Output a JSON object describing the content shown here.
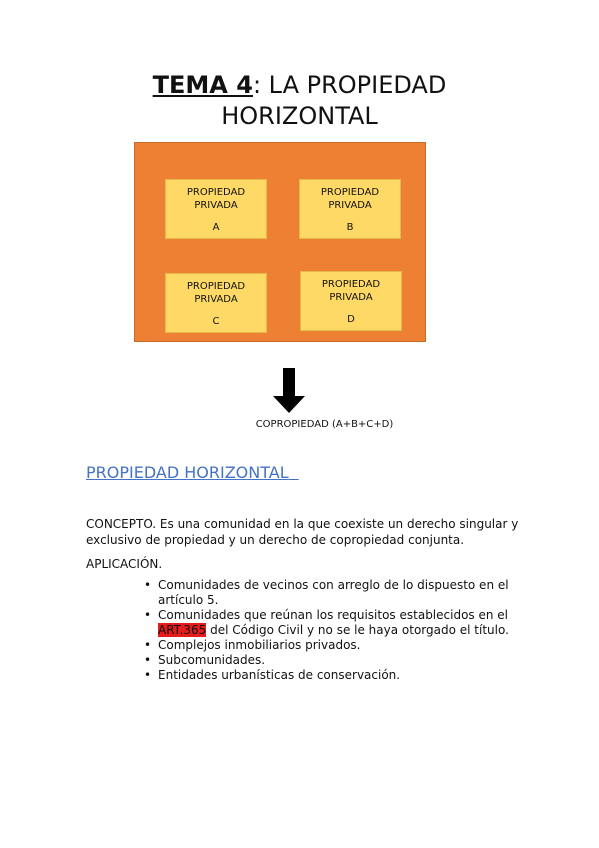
{
  "title": {
    "bold": "TEMA 4",
    "rest_line1": ": LA PROPIEDAD",
    "line2": "HORIZONTAL"
  },
  "diagram": {
    "boxes": [
      {
        "line1": "PROPIEDAD",
        "line2": "PRIVADA",
        "letter": "A"
      },
      {
        "line1": "PROPIEDAD",
        "line2": "PRIVADA",
        "letter": "B"
      },
      {
        "line1": "PROPIEDAD",
        "line2": "PRIVADA",
        "letter": "C"
      },
      {
        "line1": "PROPIEDAD",
        "line2": "PRIVADA",
        "letter": "D"
      }
    ],
    "caption": "COPROPIEDAD (A+B+C+D)"
  },
  "section_heading": "PROPIEDAD HORIZONTAL",
  "concepto": "CONCEPTO. Es una comunidad en la que coexiste un derecho singular y exclusivo de propiedad y un derecho de copropiedad conjunta.",
  "aplicacion_label": "APLICACIÓN.",
  "items": [
    "Comunidades de vecinos con arreglo de lo dispuesto en el artículo 5.",
    {
      "before": "Comunidades que reúnan los requisitos establecidos en el ",
      "highlight": "ART.365",
      "after": " del Código Civil y no se le haya otorgado el título."
    },
    "Complejos inmobiliarios privados.",
    "Subcomunidades.",
    "Entidades urbanísticas de conservación."
  ]
}
